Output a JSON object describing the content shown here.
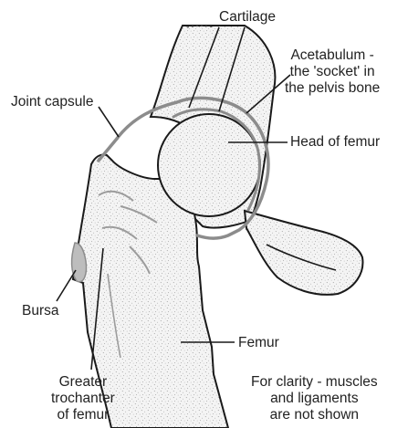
{
  "labels": {
    "cartilage": "Cartilage",
    "acetabulum": [
      "Acetabulum -",
      "the 'socket' in",
      "the pelvis bone"
    ],
    "joint_capsule": "Joint capsule",
    "head_of_femur": "Head of femur",
    "bursa": "Bursa",
    "femur": "Femur",
    "greater_trochanter": [
      "Greater",
      "trochanter",
      "of femur"
    ],
    "note": [
      "For clarity - muscles",
      "and ligaments",
      "are not shown"
    ]
  },
  "colors": {
    "bone_fill": "#f4f4f4",
    "outline": "#1a1a1a",
    "cartilage_capsule": "#8c8c8c",
    "stipple": "#9a9a9a",
    "label_text": "#222222"
  }
}
